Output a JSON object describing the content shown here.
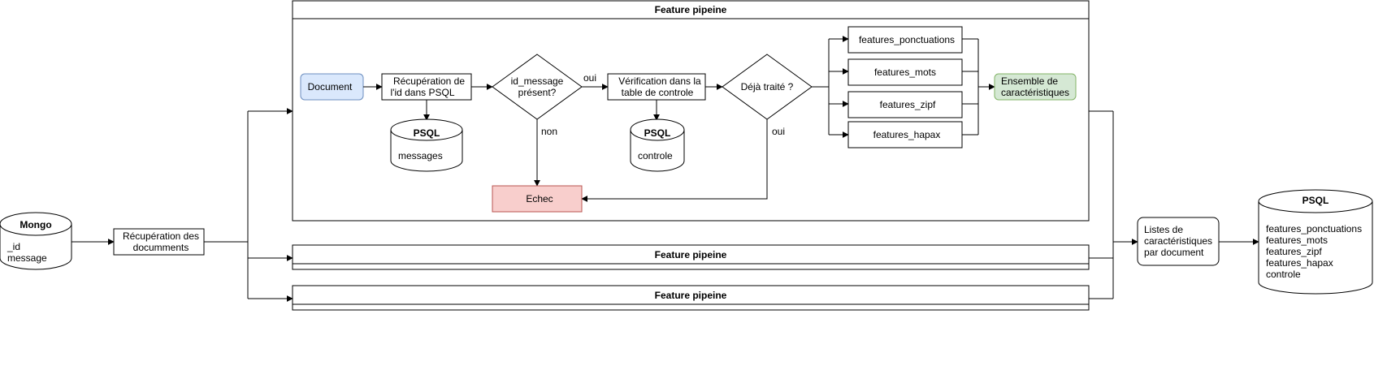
{
  "colors": {
    "stroke": "#000000",
    "document_fill": "#dae8fc",
    "document_stroke": "#6c8ebf",
    "result_fill": "#d5e8d4",
    "result_stroke": "#82b366",
    "failure_fill": "#f8cecc",
    "failure_stroke": "#b85450"
  },
  "source_db": {
    "name": "Mongo",
    "fields": [
      "_id",
      "message"
    ]
  },
  "retrieval": {
    "line1": "Récupération des",
    "line2": "documments"
  },
  "pipelines": [
    {
      "title": "Feature pipeine",
      "document": "Document",
      "id_lookup": {
        "line1": "Récupération de",
        "line2": "l'id dans PSQL"
      },
      "psql_messages": {
        "name": "PSQL",
        "table": "messages"
      },
      "check_id": {
        "line1": "id_message",
        "line2": "présent?"
      },
      "yes_1": "oui",
      "no_1": "non",
      "control_check": {
        "line1": "Vérification dans la",
        "line2": "table de controle"
      },
      "psql_control": {
        "name": "PSQL",
        "table": "controle"
      },
      "already_processed": "Déjà traité ?",
      "yes_2": "oui",
      "failure": "Echec",
      "features": [
        "features_ponctuations",
        "features_mots",
        "features_zipf",
        "features_hapax"
      ],
      "result": {
        "line1": "Ensemble de",
        "line2": "caractéristiques"
      }
    },
    {
      "title": "Feature pipeine"
    },
    {
      "title": "Feature pipeine"
    }
  ],
  "output_list": {
    "line1": "Listes de",
    "line2": "caractéristiques",
    "line3": "par document"
  },
  "target_db": {
    "name": "PSQL",
    "tables": [
      "features_ponctuations",
      "features_mots",
      "features_zipf",
      "features_hapax",
      "controle"
    ]
  }
}
